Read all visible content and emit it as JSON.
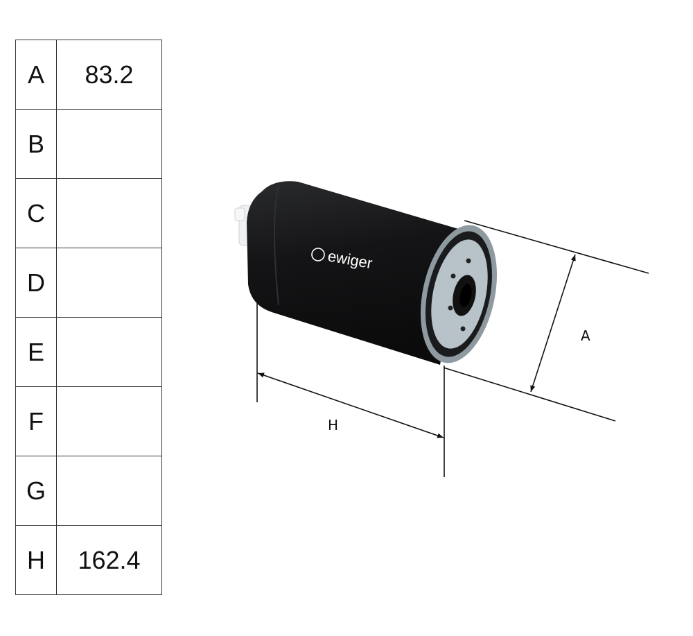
{
  "table": {
    "rows": [
      {
        "key": "A",
        "value": "83.2"
      },
      {
        "key": "B",
        "value": ""
      },
      {
        "key": "C",
        "value": ""
      },
      {
        "key": "D",
        "value": ""
      },
      {
        "key": "E",
        "value": ""
      },
      {
        "key": "F",
        "value": ""
      },
      {
        "key": "G",
        "value": ""
      },
      {
        "key": "H",
        "value": "162.4"
      }
    ]
  },
  "drawing": {
    "brand": "ewiger",
    "dimension_labels": {
      "diameter": "A",
      "height": "H"
    },
    "colors": {
      "body": "#141416",
      "gasket": "#8f9aa0",
      "plate": "#b7c3c8",
      "cap": "#eef0f2"
    }
  }
}
